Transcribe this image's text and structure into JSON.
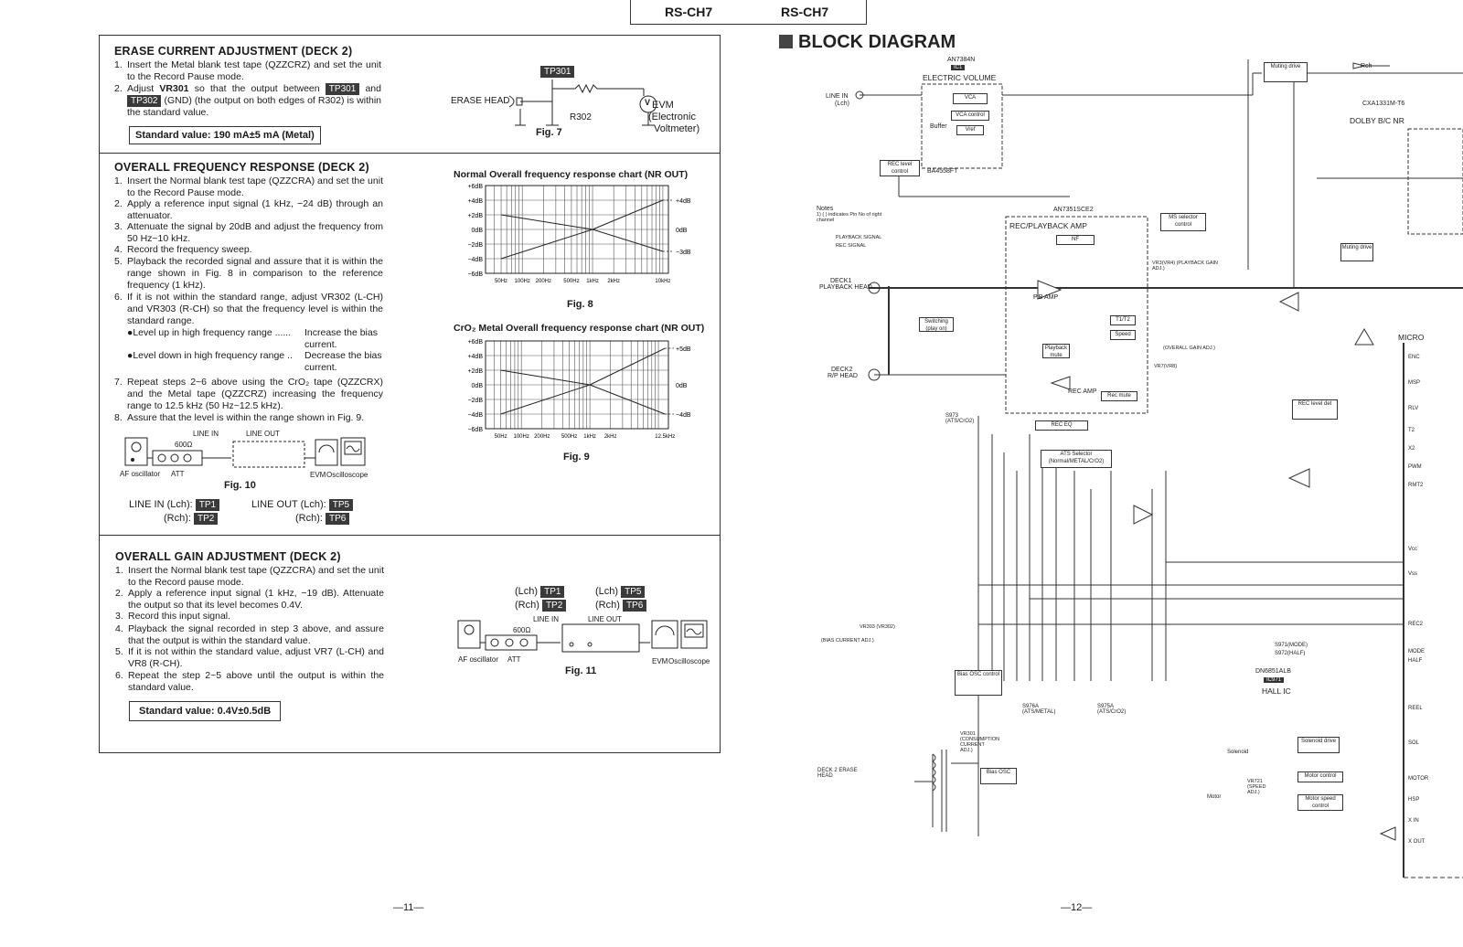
{
  "header": {
    "model_left": "RS-CH7",
    "model_right": "RS-CH7"
  },
  "erase": {
    "title": "ERASE CURRENT ADJUSTMENT (DECK 2)",
    "steps": [
      {
        "n": "1.",
        "text": "Insert the Metal blank test tape (QZZCRZ) and set the unit to the Record Pause mode."
      },
      {
        "n": "2.",
        "text_a": "Adjust ",
        "vr": "VR301",
        "text_b": " so that the output between ",
        "tp_a": "TP301",
        "text_c": " and ",
        "tp_b": "TP302",
        "text_d": " (GND) (the output on both edges of R302) is within the standard value."
      }
    ],
    "standard": "Standard value: 190 mA±5 mA (Metal)",
    "fig7": {
      "tp": "TP301",
      "erase_head": "ERASE HEAD",
      "resistor": "R302",
      "evm": "EVM",
      "evm_full": "(Electronic",
      "evm_full2": "Voltmeter)",
      "caption": "Fig. 7",
      "v": "V"
    }
  },
  "freq": {
    "title": "OVERALL FREQUENCY RESPONSE (DECK 2)",
    "steps": [
      {
        "n": "1.",
        "text": "Insert the Normal blank test tape (QZZCRA) and set the unit to the Record Pause mode."
      },
      {
        "n": "2.",
        "text": "Apply a reference input signal (1 kHz, −24 dB) through an attenuator."
      },
      {
        "n": "3.",
        "text": "Attenuate the signal by 20dB and adjust the frequency from 50 Hz~10 kHz."
      },
      {
        "n": "4.",
        "text": "Record the frequency sweep."
      },
      {
        "n": "5.",
        "text": "Playback the recorded signal and assure that it is within the range shown in Fig. 8 in comparison to the reference frequency (1 kHz)."
      },
      {
        "n": "6.",
        "text": "If it is not within the standard range, adjust VR302 (L-CH) and VR303 (R-CH) so that the frequency level is within the standard range."
      },
      {
        "n": "7.",
        "text": "Repeat steps 2~6 above using the CrO₂ tape (QZZCRX) and the Metal tape (QZZCRZ) increasing the frequency range to 12.5 kHz (50 Hz~12.5 kHz)."
      },
      {
        "n": "8.",
        "text": "Assure that the level is within the range shown in Fig. 9."
      }
    ],
    "bullets": [
      {
        "left": "●Level up in high frequency range ......",
        "right": "Increase the bias",
        "right2": "current."
      },
      {
        "left": "●Level down in high frequency range  ..",
        "right": "Decrease the bias",
        "right2": "current."
      }
    ],
    "fig10": {
      "line_in": "LINE IN",
      "line_out": "LINE OUT",
      "ohm": "600Ω",
      "af": "AF oscillator",
      "att": "ATT",
      "evm": "EVM",
      "osc": "Oscilloscope",
      "caption": "Fig. 10"
    },
    "tps": {
      "line_in_lch": "LINE IN (Lch):",
      "tp1": "TP1",
      "line_in_rch": "(Rch):",
      "tp2": "TP2",
      "line_out_lch": "LINE OUT (Lch):",
      "tp5": "TP5",
      "line_out_rch": "(Rch):",
      "tp6": "TP6"
    }
  },
  "gain": {
    "title": "OVERALL GAIN ADJUSTMENT (DECK 2)",
    "steps": [
      {
        "n": "1.",
        "text": "Insert the Normal blank test tape (QZZCRA) and set the unit to the Record pause mode."
      },
      {
        "n": "2.",
        "text": "Apply a reference input signal (1 kHz, −19 dB). Attenuate the output so that its level becomes 0.4V."
      },
      {
        "n": "3.",
        "text": "Record this input signal."
      },
      {
        "n": "4.",
        "text": "Playback the signal recorded in step 3 above, and assure that the output is within the standard value."
      },
      {
        "n": "5.",
        "text": "If it is not within the standard value, adjust VR7 (L-CH) and VR8 (R-CH)."
      },
      {
        "n": "6.",
        "text": "Repeat the step 2~5 above until the output is within the standard value."
      }
    ],
    "standard": "Standard value: 0.4V±0.5dB",
    "fig11": {
      "lch": "(Lch)",
      "rch": "(Rch)",
      "tp1": "TP1",
      "tp2": "TP2",
      "tp5": "TP5",
      "tp6": "TP6",
      "line_in": "LINE IN",
      "line_out": "LINE OUT",
      "ohm": "600Ω",
      "af": "AF oscillator",
      "att": "ATT",
      "evm": "EVM",
      "osc": "Oscilloscope",
      "caption": "Fig. 11"
    }
  },
  "chart_data": [
    {
      "type": "line",
      "title": "Normal Overall frequency response chart (NR OUT)",
      "caption": "Fig. 8",
      "x_ticks": [
        "50Hz",
        "100Hz",
        "200Hz",
        "500Hz",
        "1kHz",
        "2kHz",
        "10kHz"
      ],
      "y_ticks": [
        "+6dB",
        "+4dB",
        "+2dB",
        "0dB",
        "−2dB",
        "−4dB",
        "−6dB"
      ],
      "ylim": [
        -6,
        6
      ],
      "right_labels": [
        "+4dB",
        "0dB",
        "−3dB"
      ],
      "series": [
        {
          "values_x": [
            50,
            1000,
            10000
          ],
          "values_y": [
            -4,
            0,
            4
          ]
        },
        {
          "values_x": [
            50,
            1000,
            10000
          ],
          "values_y": [
            2,
            0,
            -3
          ]
        }
      ]
    },
    {
      "type": "line",
      "title": "CrO₂ Metal Overall frequency response chart (NR OUT)",
      "caption": "Fig. 9",
      "x_ticks": [
        "50Hz",
        "100Hz",
        "200Hz",
        "500Hz",
        "1kHz",
        "2kHz",
        "12.5kHz"
      ],
      "y_ticks": [
        "+6dB",
        "+4dB",
        "+2dB",
        "0dB",
        "−2dB",
        "−4dB",
        "−6dB"
      ],
      "ylim": [
        -6,
        6
      ],
      "right_labels": [
        "+5dB",
        "0dB",
        "−4dB"
      ],
      "series": [
        {
          "values_x": [
            50,
            1000,
            12500
          ],
          "values_y": [
            -4,
            0,
            5
          ]
        },
        {
          "values_x": [
            50,
            1000,
            12500
          ],
          "values_y": [
            2,
            0,
            -4
          ]
        }
      ]
    }
  ],
  "block": {
    "title": "BLOCK DIAGRAM",
    "ic1_part": "AN7384N",
    "ic1": "IC1",
    "ic1_name": "ELECTRIC VOLUME",
    "line_in": "LINE IN",
    "lch": "(Lch)",
    "vca": "VCA",
    "vca_control": "VCA control",
    "buffer": "Buffer",
    "vref": "Vref",
    "rec_level": "REC level control",
    "ba4558": "BA4558FT",
    "ic2_part": "AN7351SCE2",
    "ic2_name": "REC/PLAYBACK AMP",
    "ms_selector": "MS selector control",
    "nf": "NF",
    "pb_amp": "P.B AMP",
    "playback_mute": "Playback mute",
    "rec_amp": "REC AMP",
    "rec_mute": "Rec mute",
    "t1t2": "T1/T2",
    "speed": "Speed",
    "rec_eq": "REC EQ",
    "ats_selector": "ATS Selector (Normal/METAL/CrO2)",
    "notes": "Notes",
    "note1": "1) ( ) indicates Pin No of right channel",
    "playback_signal": "PLAYBACK SIGNAL",
    "rec_signal": "REC SIGNAL",
    "deck1": "DECK1",
    "playback_head": "PLAYBACK HEAD",
    "deck2": "DECK2",
    "rp_head": "R/P HEAD",
    "switching": "Switching (play on)",
    "vr3": "VR3(VR4) (PLAYBACK GAIN ADJ.)",
    "vr7": "VR7(VR8)",
    "overall_gain": "(OVERALL GAIN ADJ.)",
    "muting_drive": "Muting drive",
    "rch": "Rch",
    "dolby_part": "CXA1331M-T6",
    "dolby": "DOLBY B/C NR",
    "micro": "MICRO",
    "bias_osc_control": "Bias OSC control",
    "bias_osc": "Bias OSC",
    "erase_head": "DECK 2 ERASE HEAD",
    "vr303": "VR303 (VR302)",
    "bias_adj": "(BIAS CURRENT ADJ.)",
    "vr301": "VR301 (CONSUMPTION CURRENT ADJ.)",
    "s976a": "S976A (ATS/METAL)",
    "s975a": "S975A (ATS/CrO2)",
    "s973": "S973 (ATS/CrO2)",
    "hall_part": "DN6851ALB",
    "hall_ic": "IC971",
    "hall": "HALL IC",
    "solenoid_drive": "Solenoid drive",
    "motor_control": "Motor control",
    "motor_speed": "Motor speed control",
    "solenoid": "Solenoid",
    "motor": "Motor",
    "vr721": "VR721 (SPEED ADJ.)",
    "s971": "S971(MODE)",
    "s972": "S972(HALF)",
    "rec_level_det": "REC level det",
    "pins_right": [
      "ENC",
      "MSP",
      "RLV",
      "T2",
      "X2",
      "PWM",
      "RMT2",
      "Vcc",
      "Vss",
      "REC2",
      "MODE",
      "HALF",
      "REEL",
      "SOL",
      "MOTOR",
      "HSP",
      "X IN",
      "X OUT"
    ]
  },
  "pages": {
    "left": "—11—",
    "right": "—12—"
  }
}
